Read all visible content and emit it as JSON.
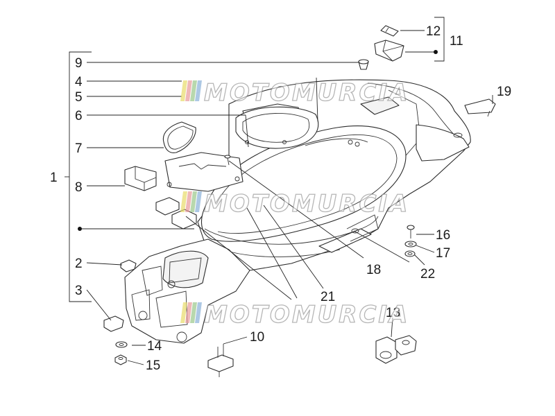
{
  "callouts": {
    "c1": "1",
    "c2": "2",
    "c3": "3",
    "c4": "4",
    "c5": "5",
    "c6": "6",
    "c7": "7",
    "c8": "8",
    "c9": "9",
    "c10": "10",
    "c11": "11",
    "c12": "12",
    "c13": "13",
    "c14": "14",
    "c15": "15",
    "c16": "16",
    "c17": "17",
    "c18": "18",
    "c19": "19",
    "c21": "21",
    "c22": "22"
  },
  "watermark": {
    "text": "MOTOMURCIA",
    "stripe_colors": [
      "#e8dc6a",
      "#e89a9a",
      "#9ac88a",
      "#8ab0d8"
    ]
  },
  "colors": {
    "line": "#2a2a2a",
    "background": "#ffffff"
  }
}
